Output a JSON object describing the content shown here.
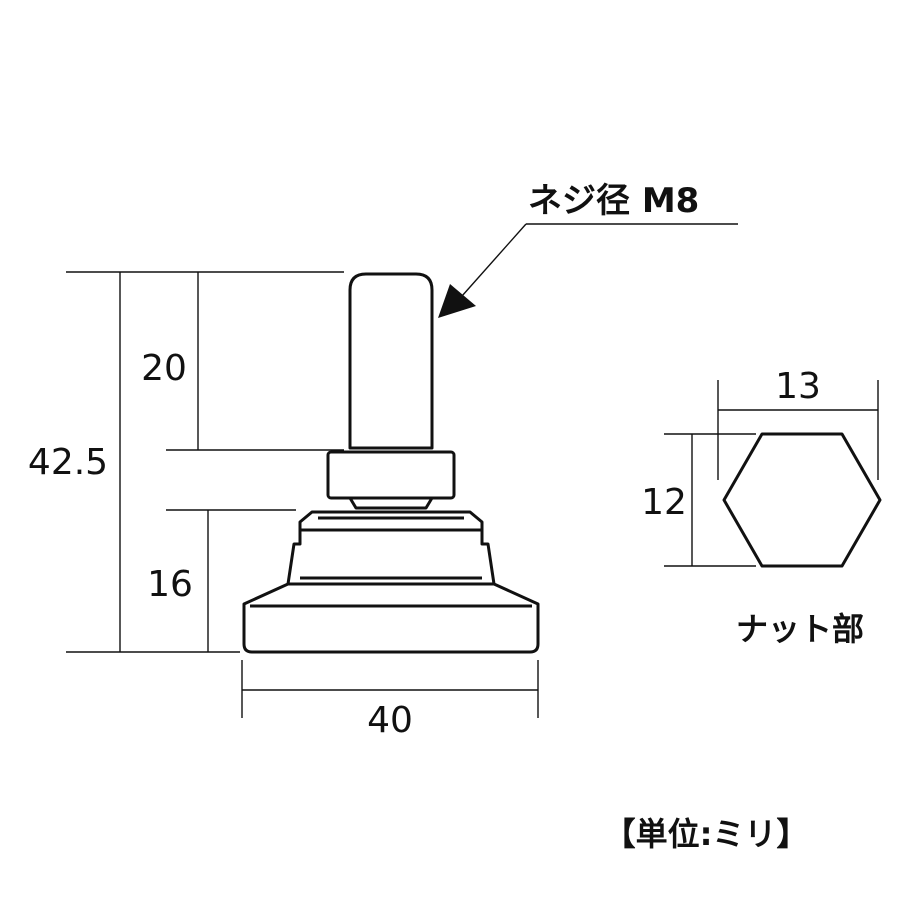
{
  "labels": {
    "thread_diameter": "ネジ径 M8",
    "nut_part": "ナット部",
    "units": "【単位:ミリ】"
  },
  "dimensions": {
    "total_height": "42.5",
    "thread_length": "20",
    "base_height": "16",
    "base_width": "40",
    "nut_width": "13",
    "nut_height": "12"
  },
  "colors": {
    "line": "#111111",
    "background": "#ffffff"
  }
}
